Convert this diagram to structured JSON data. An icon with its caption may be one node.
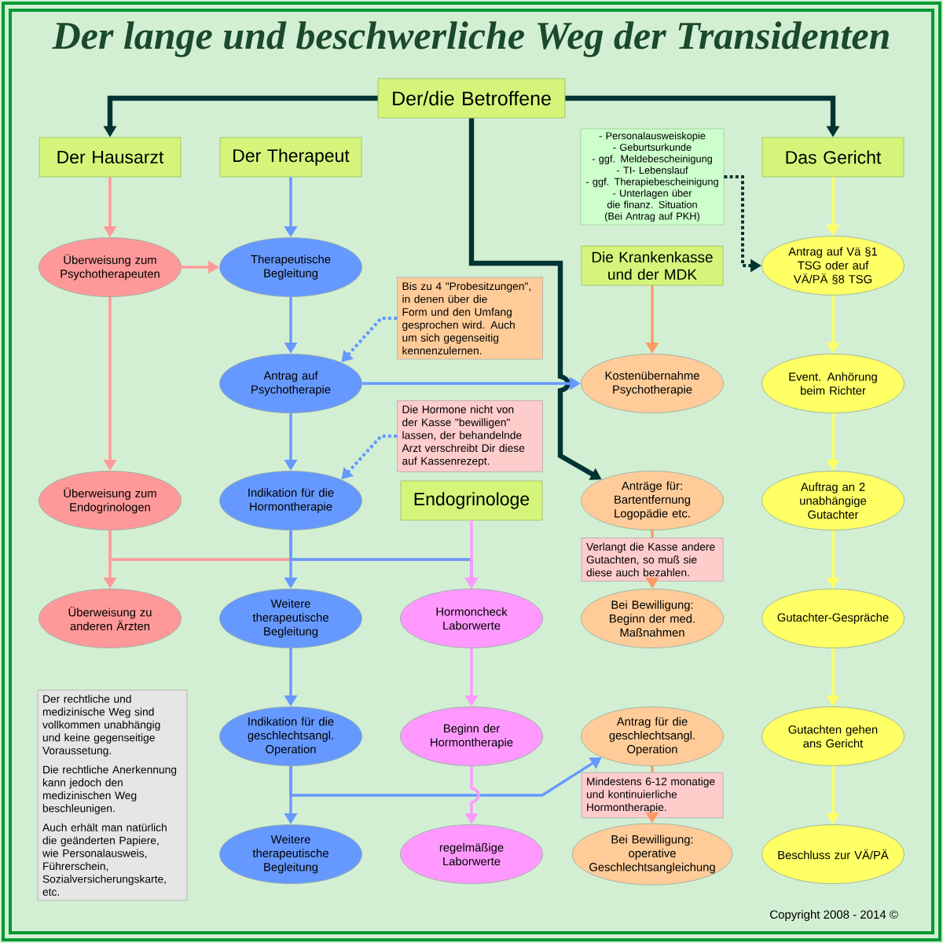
{
  "diagram": {
    "title": "Der lange und beschwerliche Weg der Transidenten",
    "nodes": [
      {
        "text": [
          "Der/die Betroffene"
        ]
      },
      {
        "text": [
          "Der Hausarzt"
        ]
      },
      {
        "text": [
          "Der Therapeut"
        ]
      },
      {
        "text": [
          "Das Gericht"
        ]
      },
      {
        "text": [
          "- Personalausweiskopie",
          "- Geburtsurkunde",
          "- ggf. Meldebescheinigung",
          "- TI- Lebenslauf",
          "- ggf. Therapiebescheinigung",
          "- Unterlagen über die finanz. Situation (Bei Antrag auf PKH)"
        ]
      },
      {
        "text": [
          "Überweisung zum Psychotherapeuten"
        ]
      },
      {
        "text": [
          "Therapeutische Begleitung"
        ]
      },
      {
        "text": [
          "Die Krankenkasse und der MDK"
        ]
      },
      {
        "text": [
          "Antrag auf Vä §1 TSG oder auf VÄ/PÄ §8 TSG"
        ]
      },
      {
        "text": [
          "Bis zu 4 \"Probesitzungen\", in denen über die Form und den Umfang gesprochen wird. Auch um sich gegenseitig kennenzulernen."
        ]
      },
      {
        "text": [
          "Antrag auf Psychotherapie"
        ]
      },
      {
        "text": [
          "Kostenübernahme Psychotherapie"
        ]
      },
      {
        "text": [
          "Event. Anhörung beim Richter"
        ]
      },
      {
        "text": [
          "Die Hormone nicht von der Kasse \"bewilligen\" lassen, der behandelnde Arzt verschreibt Dir diese auf Kassenrezept."
        ]
      },
      {
        "text": [
          "Überweisung zum Endogrinologen"
        ]
      },
      {
        "text": [
          "Indikation für die Hormontherapie"
        ]
      },
      {
        "text": [
          "Endogrinologe"
        ]
      },
      {
        "text": [
          "Anträge für: Bartentfernung Logopädie etc."
        ]
      },
      {
        "text": [
          "Auftrag an 2 unabhängige Gutachter"
        ]
      },
      {
        "text": [
          "Verlangt die Kasse andere Gutachten, so muß sie diese auch bezahlen."
        ]
      },
      {
        "text": [
          "Überweisung zu anderen Ärzten"
        ]
      },
      {
        "text": [
          "Weitere therapeutische Begleitung"
        ]
      },
      {
        "text": [
          "Hormoncheck Laborwerte"
        ]
      },
      {
        "text": [
          "Bei Bewilligung: Beginn der med. Maßnahmen"
        ]
      },
      {
        "text": [
          "Gutachter-Gespräche"
        ]
      },
      {
        "text": [
          "Der rechtliche und medizinische Weg sind vollkommen unabhängig und keine gegenseitige Voraussetung.",
          "Die rechtliche Anerkennung kann jedoch den medizinischen Weg beschleunigen.",
          "Auch erhält man natürlich die geänderten Papiere, wie Personalausweis, Führerschein, Sozialversicherungskarte, etc."
        ]
      },
      {
        "text": [
          "Indikation für die geschlechtsangl. Operation"
        ]
      },
      {
        "text": [
          "Beginn der Hormontherapie"
        ]
      },
      {
        "text": [
          "Antrag für die geschlechtsangl. Operation"
        ]
      },
      {
        "text": [
          "Gutachten gehen ans Gericht"
        ]
      },
      {
        "text": [
          "Mindestens 6-12 monatige und kontinuierliche Hormontherapie."
        ]
      },
      {
        "text": [
          "Weitere therapeutische Begleitung"
        ]
      },
      {
        "text": [
          "regelmäßige Laborwerte"
        ]
      },
      {
        "text": [
          "Bei Bewilligung: operative Geschlechtsangleichung"
        ]
      },
      {
        "text": [
          "Beschluss zur VÄ/PÄ"
        ]
      }
    ],
    "edges": [
      {
        "from": 0,
        "to": 1,
        "arrow": "to",
        "style": "thick",
        "color": "#003333"
      },
      {
        "from": 0,
        "to": 3,
        "arrow": "to",
        "style": "thick",
        "color": "#003333"
      },
      {
        "from": 0,
        "to": 17,
        "arrow": "to",
        "style": "thick",
        "color": "#003333"
      },
      {
        "from": 4,
        "to": 8,
        "arrow": "to",
        "style": "dashed",
        "color": "#003333"
      },
      {
        "from": 1,
        "to": 5,
        "arrow": "to",
        "color": "#ff9999"
      },
      {
        "from": 5,
        "to": 6,
        "arrow": "to",
        "color": "#ff9999"
      },
      {
        "from": 5,
        "to": 14,
        "arrow": "to",
        "color": "#ff9999"
      },
      {
        "from": 14,
        "to": 20,
        "arrow": "to",
        "color": "#ff9999"
      },
      {
        "from": 14,
        "to": 22,
        "arrow": "to",
        "color": "#ff9999"
      },
      {
        "from": 2,
        "to": 6,
        "arrow": "to"
      },
      {
        "from": 6,
        "to": 10,
        "arrow": "to"
      },
      {
        "from": 9,
        "to": 10,
        "arrow": "to",
        "style": "dashed"
      },
      {
        "from": 10,
        "to": 11,
        "arrow": "to"
      },
      {
        "from": 10,
        "to": 15,
        "arrow": "to"
      },
      {
        "from": 13,
        "to": 15,
        "arrow": "to",
        "style": "dashed"
      },
      {
        "from": 15,
        "to": 21,
        "arrow": "to"
      },
      {
        "from": 15,
        "to": 22,
        "arrow": "to"
      },
      {
        "from": 21,
        "to": 26,
        "arrow": "to"
      },
      {
        "from": 26,
        "to": 31,
        "arrow": "to"
      },
      {
        "from": 26,
        "to": 28,
        "arrow": "to"
      },
      {
        "from": 16,
        "to": 22,
        "arrow": "to",
        "color": "#ff99ff"
      },
      {
        "from": 22,
        "to": 27,
        "arrow": "to",
        "color": "#ff99ff"
      },
      {
        "from": 27,
        "to": 32,
        "arrow": "to",
        "color": "#ff99ff"
      },
      {
        "from": 7,
        "to": 11,
        "arrow": "to",
        "color": "#ff9966"
      },
      {
        "from": 17,
        "to": 19,
        "arrow": "none",
        "color": "#ff9966"
      },
      {
        "from": 19,
        "to": 23,
        "arrow": "to",
        "color": "#ff9966"
      },
      {
        "from": 28,
        "to": 30,
        "arrow": "none",
        "color": "#ff9966"
      },
      {
        "from": 30,
        "to": 33,
        "arrow": "to",
        "color": "#ff9966"
      },
      {
        "from": 3,
        "to": 8,
        "arrow": "to",
        "color": "#ffff66"
      },
      {
        "from": 8,
        "to": 12,
        "arrow": "to",
        "color": "#ffff66"
      },
      {
        "from": 12,
        "to": 18,
        "arrow": "to",
        "color": "#ffff66"
      },
      {
        "from": 18,
        "to": 24,
        "arrow": "to",
        "color": "#ffff66"
      },
      {
        "from": 24,
        "to": 29,
        "arrow": "to",
        "color": "#ffff66"
      },
      {
        "from": 29,
        "to": 34,
        "arrow": "to",
        "color": "#ffff66"
      }
    ],
    "labels": [
      "Copyright 2008 - 2014 ©"
    ]
  }
}
